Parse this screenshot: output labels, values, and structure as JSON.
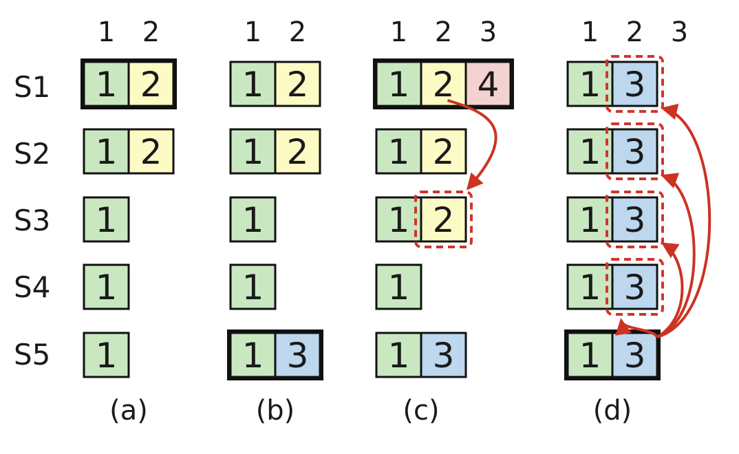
{
  "colors": {
    "term1": "#c9e8c2",
    "term2": "#fdfbc5",
    "term3": "#bcd7ee",
    "term4": "#f4d2d2",
    "arrow": "#cc3322",
    "dashed": "#d0352a"
  },
  "server_labels": [
    "S1",
    "S2",
    "S3",
    "S4",
    "S5"
  ],
  "panels": [
    {
      "caption": "(a)",
      "index_labels": [
        "1",
        "2"
      ],
      "rows": [
        {
          "entries": [
            "1",
            "2"
          ],
          "terms": [
            1,
            2
          ],
          "leader": true,
          "dashed_index": null
        },
        {
          "entries": [
            "1",
            "2"
          ],
          "terms": [
            1,
            2
          ],
          "leader": false,
          "dashed_index": null
        },
        {
          "entries": [
            "1"
          ],
          "terms": [
            1
          ],
          "leader": false,
          "dashed_index": null
        },
        {
          "entries": [
            "1"
          ],
          "terms": [
            1
          ],
          "leader": false,
          "dashed_index": null
        },
        {
          "entries": [
            "1"
          ],
          "terms": [
            1
          ],
          "leader": false,
          "dashed_index": null
        }
      ],
      "arrows": []
    },
    {
      "caption": "(b)",
      "index_labels": [
        "1",
        "2"
      ],
      "rows": [
        {
          "entries": [
            "1",
            "2"
          ],
          "terms": [
            1,
            2
          ],
          "leader": false,
          "dashed_index": null
        },
        {
          "entries": [
            "1",
            "2"
          ],
          "terms": [
            1,
            2
          ],
          "leader": false,
          "dashed_index": null
        },
        {
          "entries": [
            "1"
          ],
          "terms": [
            1
          ],
          "leader": false,
          "dashed_index": null
        },
        {
          "entries": [
            "1"
          ],
          "terms": [
            1
          ],
          "leader": false,
          "dashed_index": null
        },
        {
          "entries": [
            "1",
            "3"
          ],
          "terms": [
            1,
            3
          ],
          "leader": true,
          "dashed_index": null
        }
      ],
      "arrows": []
    },
    {
      "caption": "(c)",
      "index_labels": [
        "1",
        "2",
        "3"
      ],
      "rows": [
        {
          "entries": [
            "1",
            "2",
            "4"
          ],
          "terms": [
            1,
            2,
            4
          ],
          "leader": true,
          "dashed_index": null
        },
        {
          "entries": [
            "1",
            "2"
          ],
          "terms": [
            1,
            2
          ],
          "leader": false,
          "dashed_index": null
        },
        {
          "entries": [
            "1",
            "2"
          ],
          "terms": [
            1,
            2
          ],
          "leader": false,
          "dashed_index": 2
        },
        {
          "entries": [
            "1"
          ],
          "terms": [
            1
          ],
          "leader": false,
          "dashed_index": null
        },
        {
          "entries": [
            "1",
            "3"
          ],
          "terms": [
            1,
            3
          ],
          "leader": false,
          "dashed_index": null
        }
      ],
      "arrows": [
        {
          "from_server": 1,
          "from_index": 2,
          "to_server": 3,
          "to_index": 2
        }
      ]
    },
    {
      "caption": "(d)",
      "index_labels": [
        "1",
        "2",
        "3"
      ],
      "rows": [
        {
          "entries": [
            "1",
            "3"
          ],
          "terms": [
            1,
            3
          ],
          "leader": false,
          "dashed_index": 2
        },
        {
          "entries": [
            "1",
            "3"
          ],
          "terms": [
            1,
            3
          ],
          "leader": false,
          "dashed_index": 2
        },
        {
          "entries": [
            "1",
            "3"
          ],
          "terms": [
            1,
            3
          ],
          "leader": false,
          "dashed_index": 2
        },
        {
          "entries": [
            "1",
            "3"
          ],
          "terms": [
            1,
            3
          ],
          "leader": false,
          "dashed_index": 2
        },
        {
          "entries": [
            "1",
            "3"
          ],
          "terms": [
            1,
            3
          ],
          "leader": true,
          "dashed_index": null
        }
      ],
      "arrows": [
        {
          "from_server": 5,
          "from_index": 2,
          "to_server": 1,
          "to_index": 2
        },
        {
          "from_server": 5,
          "from_index": 2,
          "to_server": 2,
          "to_index": 2
        },
        {
          "from_server": 5,
          "from_index": 2,
          "to_server": 3,
          "to_index": 2
        },
        {
          "from_server": 5,
          "from_index": 2,
          "to_server": 4,
          "to_index": 2
        }
      ]
    }
  ]
}
